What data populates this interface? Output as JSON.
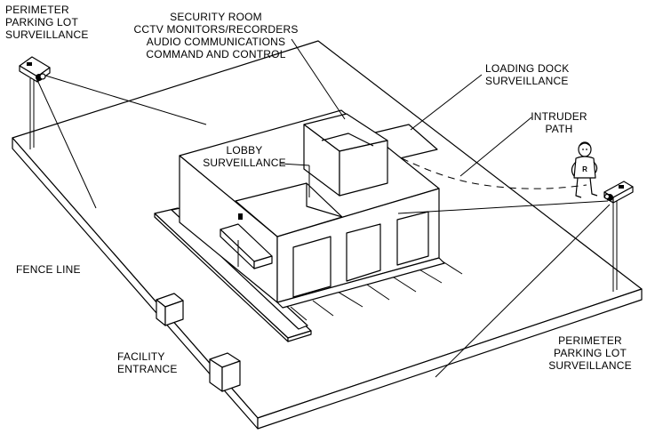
{
  "labels": {
    "perimeter_top_left": "PERIMETER\nPARKING LOT\nSURVEILLANCE",
    "security_room": "SECURITY ROOM\nCCTV MONITORS/RECORDERS\nAUDIO COMMUNICATIONS\nCOMMAND AND CONTROL",
    "loading_dock": "LOADING DOCK\nSURVEILLANCE",
    "intruder_path": "INTRUDER\nPATH",
    "lobby": "LOBBY\nSURVEILLANCE",
    "fence_line": "FENCE LINE",
    "facility_entrance": "FACILITY\nENTRANCE",
    "perimeter_bottom_right": "PERIMETER\nPARKING LOT\nSURVEILLANCE"
  },
  "icons": {
    "camera_top_left": "cctv-camera-icon",
    "camera_right": "cctv-camera-icon",
    "intruder": "intruder-figure-icon"
  }
}
